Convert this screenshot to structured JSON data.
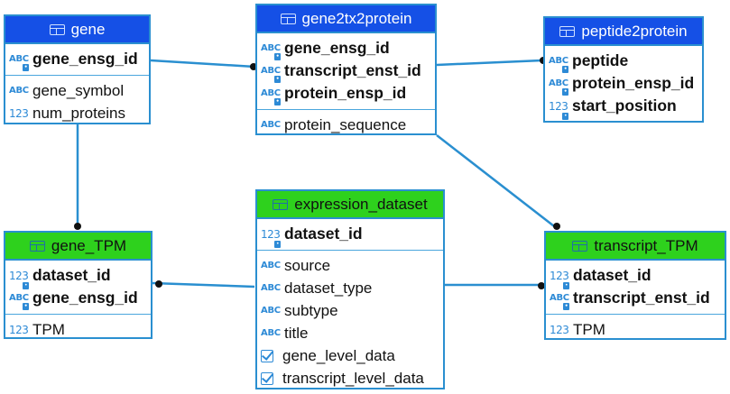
{
  "entities": {
    "gene": {
      "title": "gene",
      "keys": [
        {
          "type": "ABC",
          "name": "gene_ensg_id"
        }
      ],
      "fields": [
        {
          "type": "ABC",
          "name": "gene_symbol"
        },
        {
          "type": "123",
          "name": "num_proteins"
        }
      ]
    },
    "gene2tx2protein": {
      "title": "gene2tx2protein",
      "keys": [
        {
          "type": "ABC",
          "name": "gene_ensg_id"
        },
        {
          "type": "ABC",
          "name": "transcript_enst_id"
        },
        {
          "type": "ABC",
          "name": "protein_ensp_id"
        }
      ],
      "fields": [
        {
          "type": "ABC",
          "name": "protein_sequence"
        }
      ]
    },
    "peptide2protein": {
      "title": "peptide2protein",
      "keys": [
        {
          "type": "ABC",
          "name": "peptide"
        },
        {
          "type": "ABC",
          "name": "protein_ensp_id"
        },
        {
          "type": "123",
          "name": "start_position"
        }
      ],
      "fields": []
    },
    "gene_TPM": {
      "title": "gene_TPM",
      "keys": [
        {
          "type": "123",
          "name": "dataset_id"
        },
        {
          "type": "ABC",
          "name": "gene_ensg_id"
        }
      ],
      "fields": [
        {
          "type": "123",
          "name": "TPM"
        }
      ]
    },
    "expression_dataset": {
      "title": "expression_dataset",
      "keys": [
        {
          "type": "123",
          "name": "dataset_id"
        }
      ],
      "fields": [
        {
          "type": "ABC",
          "name": "source"
        },
        {
          "type": "ABC",
          "name": "dataset_type"
        },
        {
          "type": "ABC",
          "name": "subtype"
        },
        {
          "type": "ABC",
          "name": "title"
        },
        {
          "type": "bool",
          "name": "gene_level_data"
        },
        {
          "type": "bool",
          "name": "transcript_level_data"
        }
      ]
    },
    "transcript_TPM": {
      "title": "transcript_TPM",
      "keys": [
        {
          "type": "123",
          "name": "dataset_id"
        },
        {
          "type": "ABC",
          "name": "transcript_enst_id"
        }
      ],
      "fields": [
        {
          "type": "123",
          "name": "TPM"
        }
      ]
    }
  },
  "colors": {
    "header_blue": "#1550e6",
    "header_green": "#2ed11d",
    "border": "#2a8fd0",
    "link": "#2a8fd0"
  }
}
